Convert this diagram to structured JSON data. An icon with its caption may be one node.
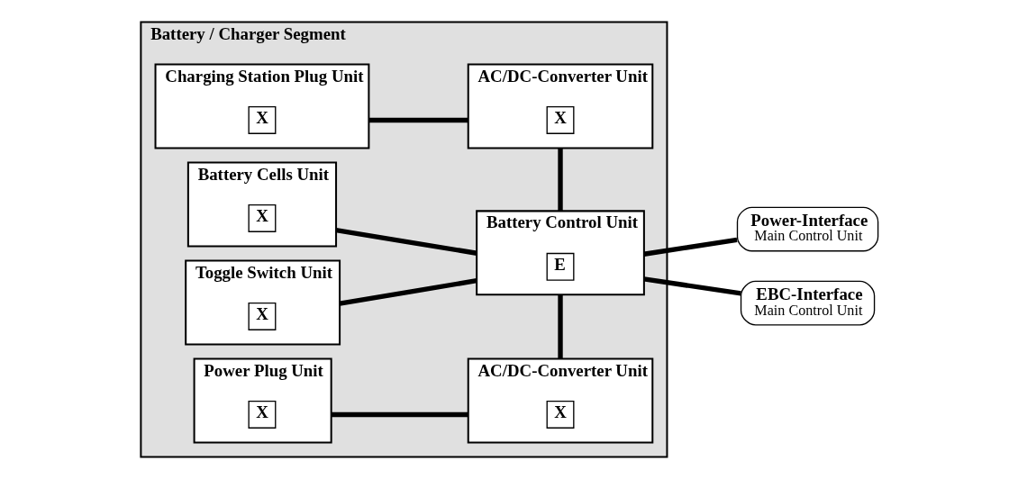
{
  "diagram": {
    "nodes": [
      {
        "text": [
          "Battery / Charger Segment"
        ]
      },
      {
        "text": [
          "Charging Station Plug Unit"
        ],
        "in": 0
      },
      {
        "text": [
          "X"
        ],
        "in": 1
      },
      {
        "text": [
          "AC/DC-Converter Unit"
        ],
        "in": 0
      },
      {
        "text": [
          "X"
        ],
        "in": 3
      },
      {
        "text": [
          "Battery Cells Unit"
        ],
        "in": 0
      },
      {
        "text": [
          "X"
        ],
        "in": 5
      },
      {
        "text": [
          "Battery Control Unit"
        ],
        "in": 0
      },
      {
        "text": [
          "E"
        ],
        "in": 7
      },
      {
        "text": [
          "Power-Interface",
          "Main Control Unit"
        ]
      },
      {
        "text": [
          "Toggle Switch Unit"
        ],
        "in": 0
      },
      {
        "text": [
          "X"
        ],
        "in": 10
      },
      {
        "text": [
          "EBC-Interface",
          "Main Control Unit"
        ]
      },
      {
        "text": [
          "Power Plug Unit"
        ],
        "in": 0
      },
      {
        "text": [
          "X"
        ],
        "in": 13
      },
      {
        "text": [
          "AC/DC-Converter Unit"
        ],
        "in": 0
      },
      {
        "text": [
          "X"
        ],
        "in": 15
      }
    ],
    "edges": [
      {
        "from": 1,
        "to": 3,
        "arrow": "none"
      },
      {
        "from": 3,
        "to": 7,
        "arrow": "none"
      },
      {
        "from": 5,
        "to": 7,
        "arrow": "none"
      },
      {
        "from": 10,
        "to": 7,
        "arrow": "none"
      },
      {
        "from": 7,
        "to": 9,
        "arrow": "none"
      },
      {
        "from": 7,
        "to": 12,
        "arrow": "none"
      },
      {
        "from": 7,
        "to": 15,
        "arrow": "none"
      },
      {
        "from": 13,
        "to": 15,
        "arrow": "none"
      }
    ]
  }
}
